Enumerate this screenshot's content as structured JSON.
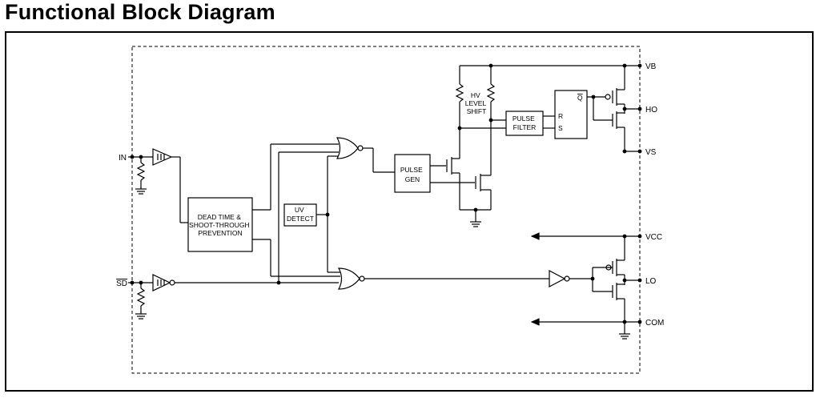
{
  "title": "Functional Block Diagram",
  "pins": {
    "in": "IN",
    "sd": "SD",
    "vb": "VB",
    "ho": "HO",
    "vs": "VS",
    "vcc": "VCC",
    "lo": "LO",
    "com": "COM"
  },
  "blocks": {
    "dead_time": [
      "DEAD TIME &",
      "SHOOT-THROUGH",
      "PREVENTION"
    ],
    "uv_detect": [
      "UV",
      "DETECT"
    ],
    "pulse_gen": [
      "PULSE",
      "GEN"
    ],
    "hv_level_shift": [
      "HV",
      "LEVEL",
      "SHIFT"
    ],
    "pulse_filter": [
      "PULSE",
      "FILTER"
    ],
    "latch": {
      "r": "R",
      "s": "S",
      "q": "Q"
    }
  }
}
